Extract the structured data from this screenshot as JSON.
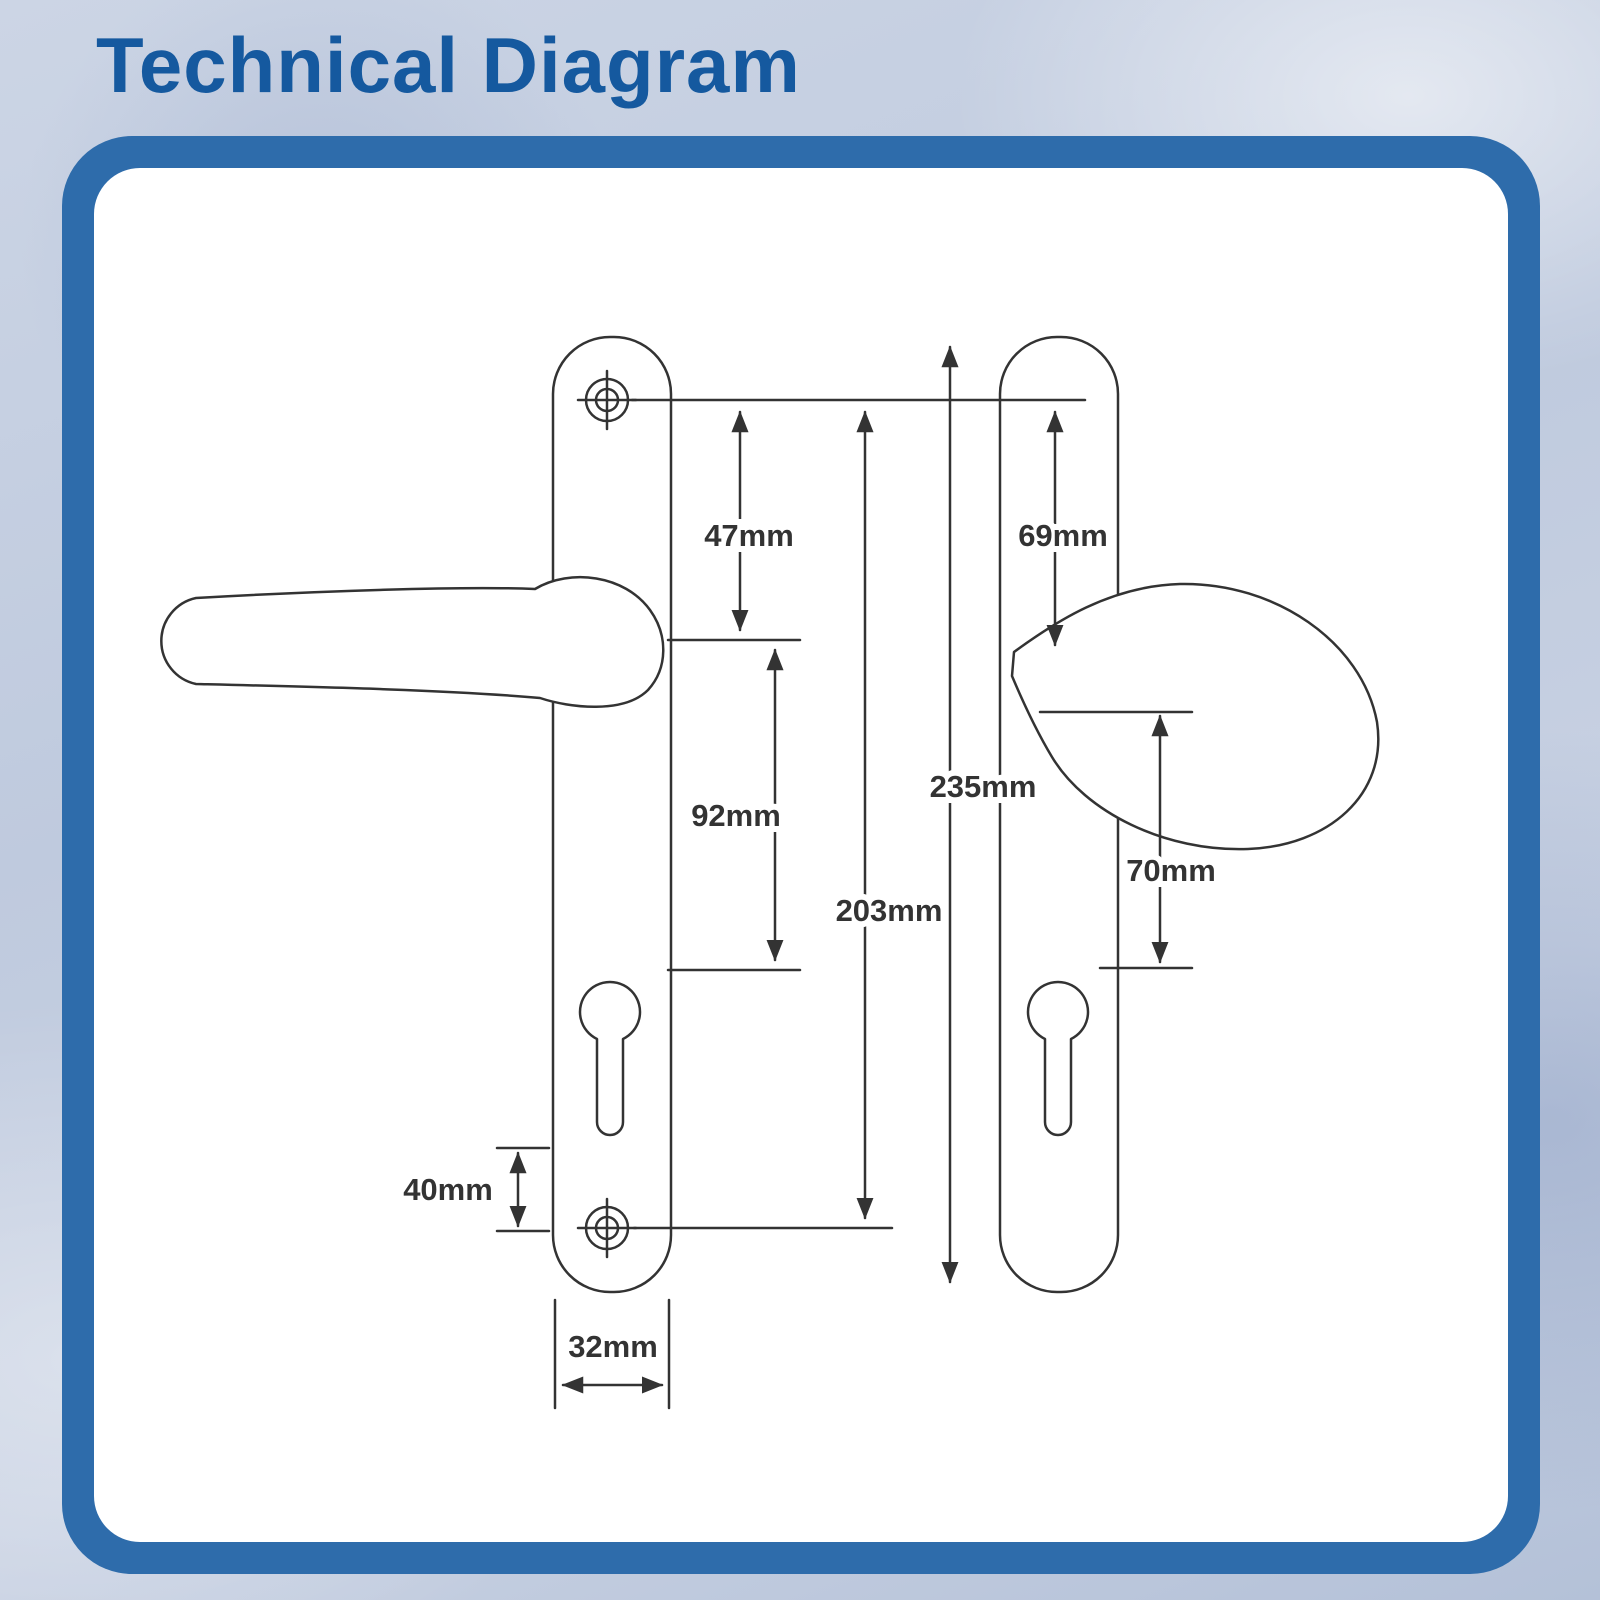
{
  "page": {
    "title": "Technical Diagram"
  },
  "diagram": {
    "type": "technical-drawing",
    "subject": "door-handle-lever-and-pad-backplates",
    "measurements": {
      "m47": "47mm",
      "m69": "69mm",
      "m92": "92mm",
      "m235": "235mm",
      "m203": "203mm",
      "m70": "70mm",
      "m40": "40mm",
      "m32": "32mm"
    }
  },
  "colors": {
    "frame_blue": "#2e6cab",
    "title_blue": "#15599f",
    "line_color": "#333333",
    "panel_white": "#ffffff",
    "background_marble": "#c4cfe0"
  }
}
